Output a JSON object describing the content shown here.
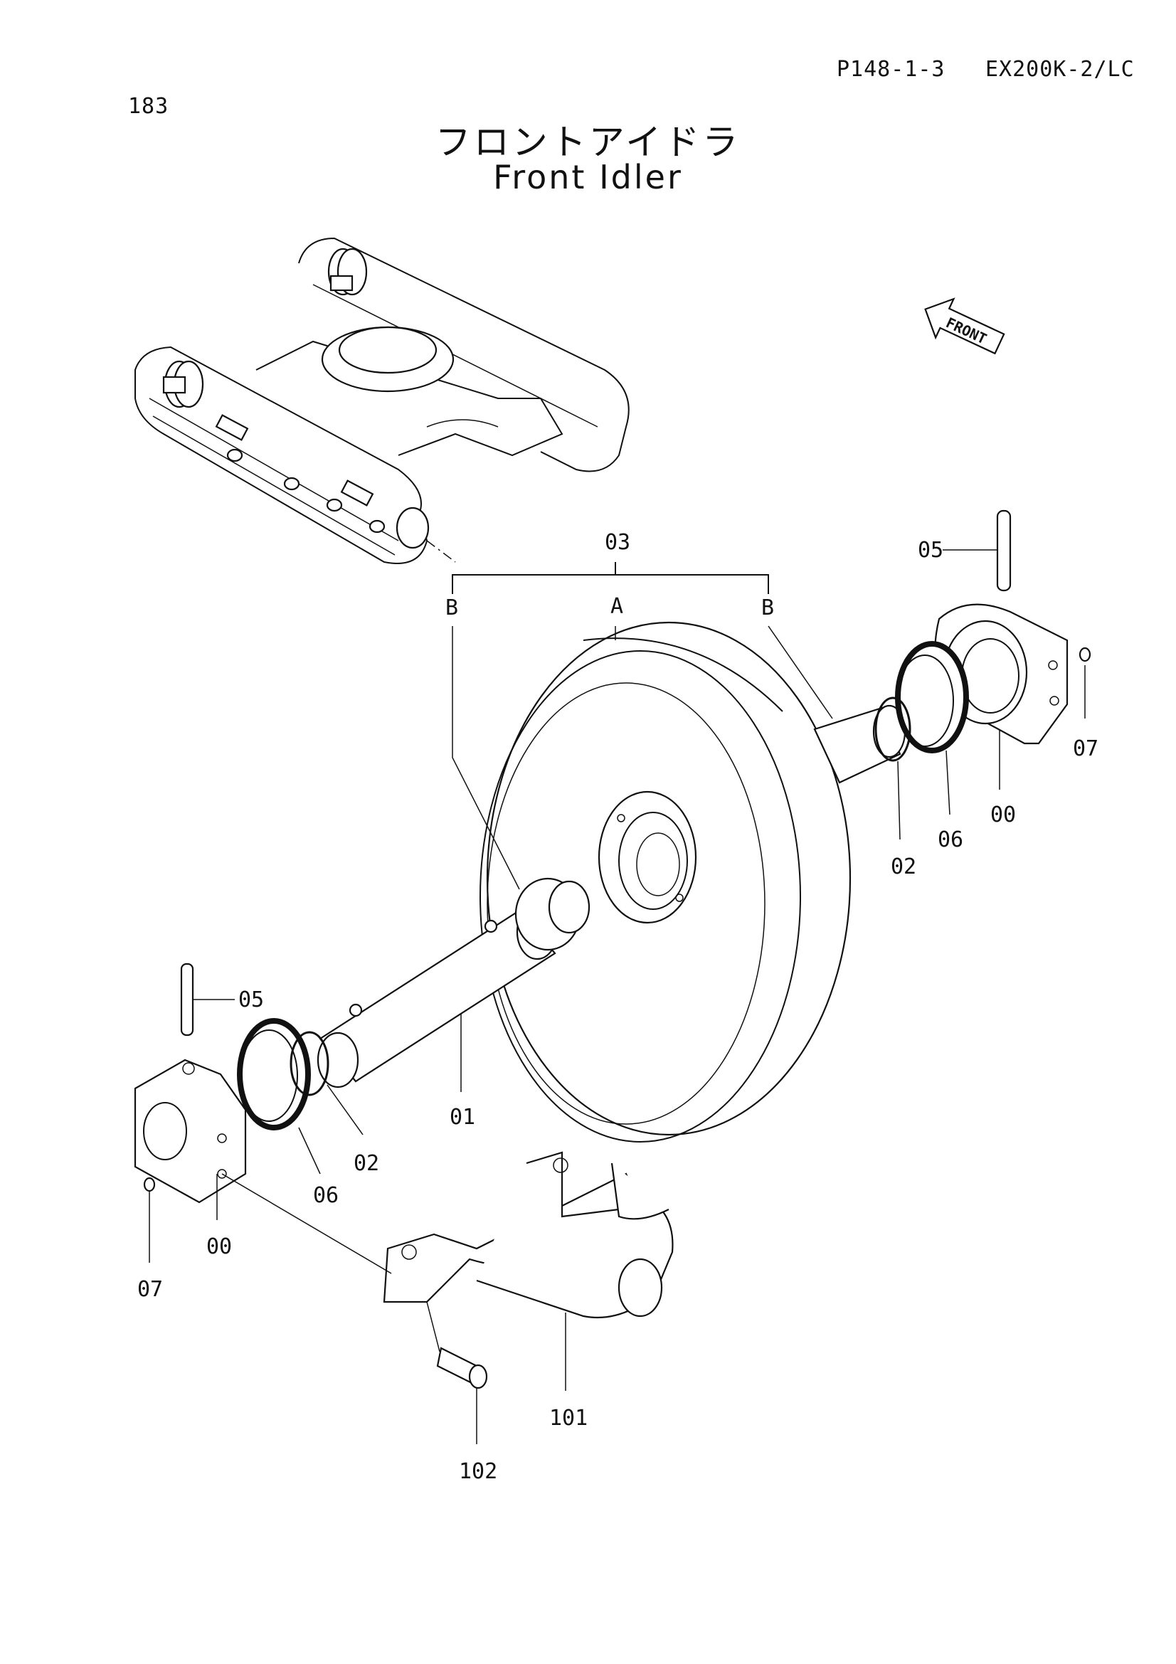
{
  "header": {
    "page_number": "183",
    "page_code": "P148-1-3",
    "model": "EX200K-2/LC"
  },
  "title": {
    "japanese": "フロントアイドラ",
    "english": "Front Idler"
  },
  "direction_arrow": {
    "label": "FRONT",
    "icon": "front-arrow-icon"
  },
  "callouts": {
    "c03": "03",
    "cA": "A",
    "cB_left": "B",
    "cB_right": "B",
    "c05_right": "05",
    "c07_right": "07",
    "c00_right": "00",
    "c06_right": "06",
    "c02_right": "02",
    "c05_left": "05",
    "c01": "01",
    "c02_left": "02",
    "c06_left": "06",
    "c00_left": "00",
    "c07_left": "07",
    "c101": "101",
    "c102": "102"
  }
}
